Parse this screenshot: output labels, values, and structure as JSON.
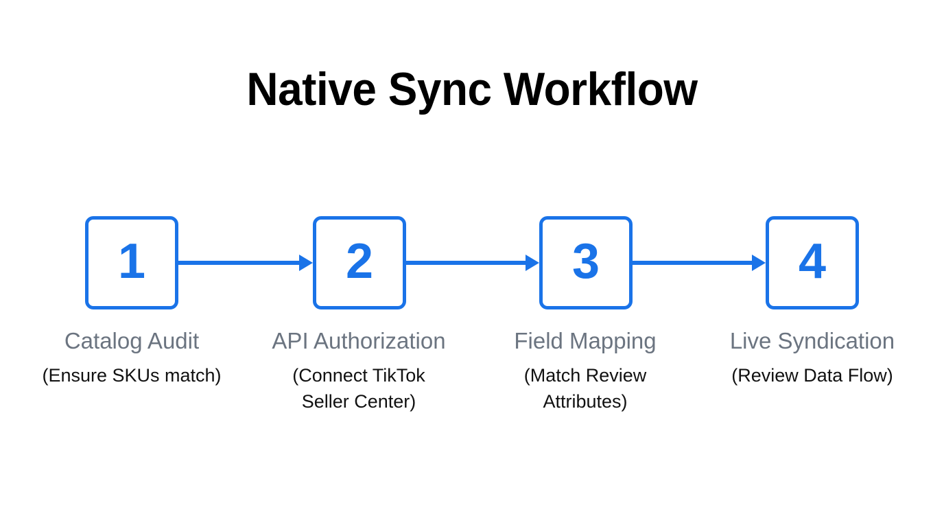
{
  "diagram": {
    "title": "Native Sync Workflow",
    "type": "flow",
    "orientation": "horizontal",
    "colors": {
      "accent": "#1a73e8",
      "label": "#6b7480",
      "sub_label": "#111111",
      "background": "#ffffff",
      "title": "#000000"
    },
    "steps": [
      {
        "number": "1",
        "label": "Catalog Audit",
        "sub": "(Ensure SKUs match)"
      },
      {
        "number": "2",
        "label": "API Authorization",
        "sub": "(Connect TikTok Seller Center)"
      },
      {
        "number": "3",
        "label": "Field Mapping",
        "sub": "(Match Review Attributes)"
      },
      {
        "number": "4",
        "label": "Live Syndication",
        "sub": "(Review Data Flow)"
      }
    ],
    "connectors": [
      {
        "from": "1",
        "to": "2",
        "style": "arrow"
      },
      {
        "from": "2",
        "to": "3",
        "style": "arrow"
      },
      {
        "from": "3",
        "to": "4",
        "style": "arrow"
      }
    ]
  }
}
